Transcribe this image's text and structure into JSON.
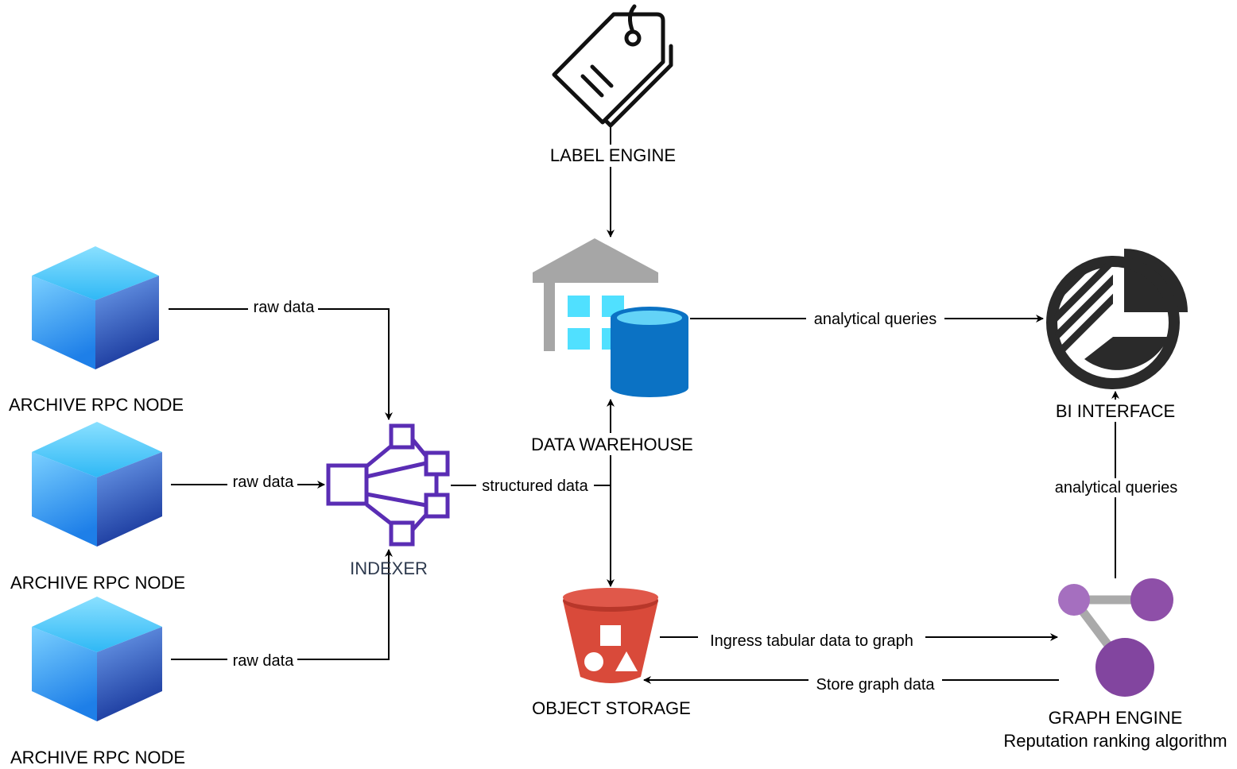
{
  "nodes": {
    "rpc1": {
      "label": "ARCHIVE RPC NODE"
    },
    "rpc2": {
      "label": "ARCHIVE RPC NODE"
    },
    "rpc3": {
      "label": "ARCHIVE RPC NODE"
    },
    "indexer": {
      "label": "INDEXER"
    },
    "label_engine": {
      "label": "LABEL ENGINE"
    },
    "data_warehouse": {
      "label": "DATA WAREHOUSE"
    },
    "object_storage": {
      "label": "OBJECT STORAGE"
    },
    "bi_interface": {
      "label": "BI INTERFACE"
    },
    "graph_engine": {
      "label": "GRAPH ENGINE",
      "sublabel": "Reputation ranking algorithm"
    }
  },
  "edges": {
    "rpc1_indexer": {
      "label": "raw data"
    },
    "rpc2_indexer": {
      "label": "raw data"
    },
    "rpc3_indexer": {
      "label": "raw data"
    },
    "indexer_storage": {
      "label": "structured data"
    },
    "warehouse_bi": {
      "label": "analytical queries"
    },
    "graph_bi": {
      "label": "analytical queries"
    },
    "storage_graph": {
      "label": "Ingress tabular data to graph"
    },
    "graph_storage": {
      "label": "Store graph data"
    }
  },
  "colors": {
    "indexer_icon": "#5A2DB4",
    "indexer_label": "#2E3A4E",
    "cube_top": "#5FD0FF",
    "cube_left": "#2E9BF0",
    "cube_right": "#2A4FC0",
    "warehouse_gray": "#A6A6A6",
    "warehouse_window": "#50E0FF",
    "db_blue": "#0B72C4",
    "db_top": "#63D3F7",
    "bucket_red": "#D94A3A",
    "graph_purple": "#8E4FA8",
    "graph_light": "#A56FBF",
    "graph_gray": "#AAAAAA",
    "chart_black": "#2A2A2A"
  },
  "icons": {
    "rpc": "cube-icon",
    "indexer": "network-nodes-icon",
    "label_engine": "tag-icon",
    "data_warehouse": "warehouse-database-icon",
    "object_storage": "bucket-icon",
    "bi_interface": "pie-chart-icon",
    "graph_engine": "graph-icon"
  }
}
